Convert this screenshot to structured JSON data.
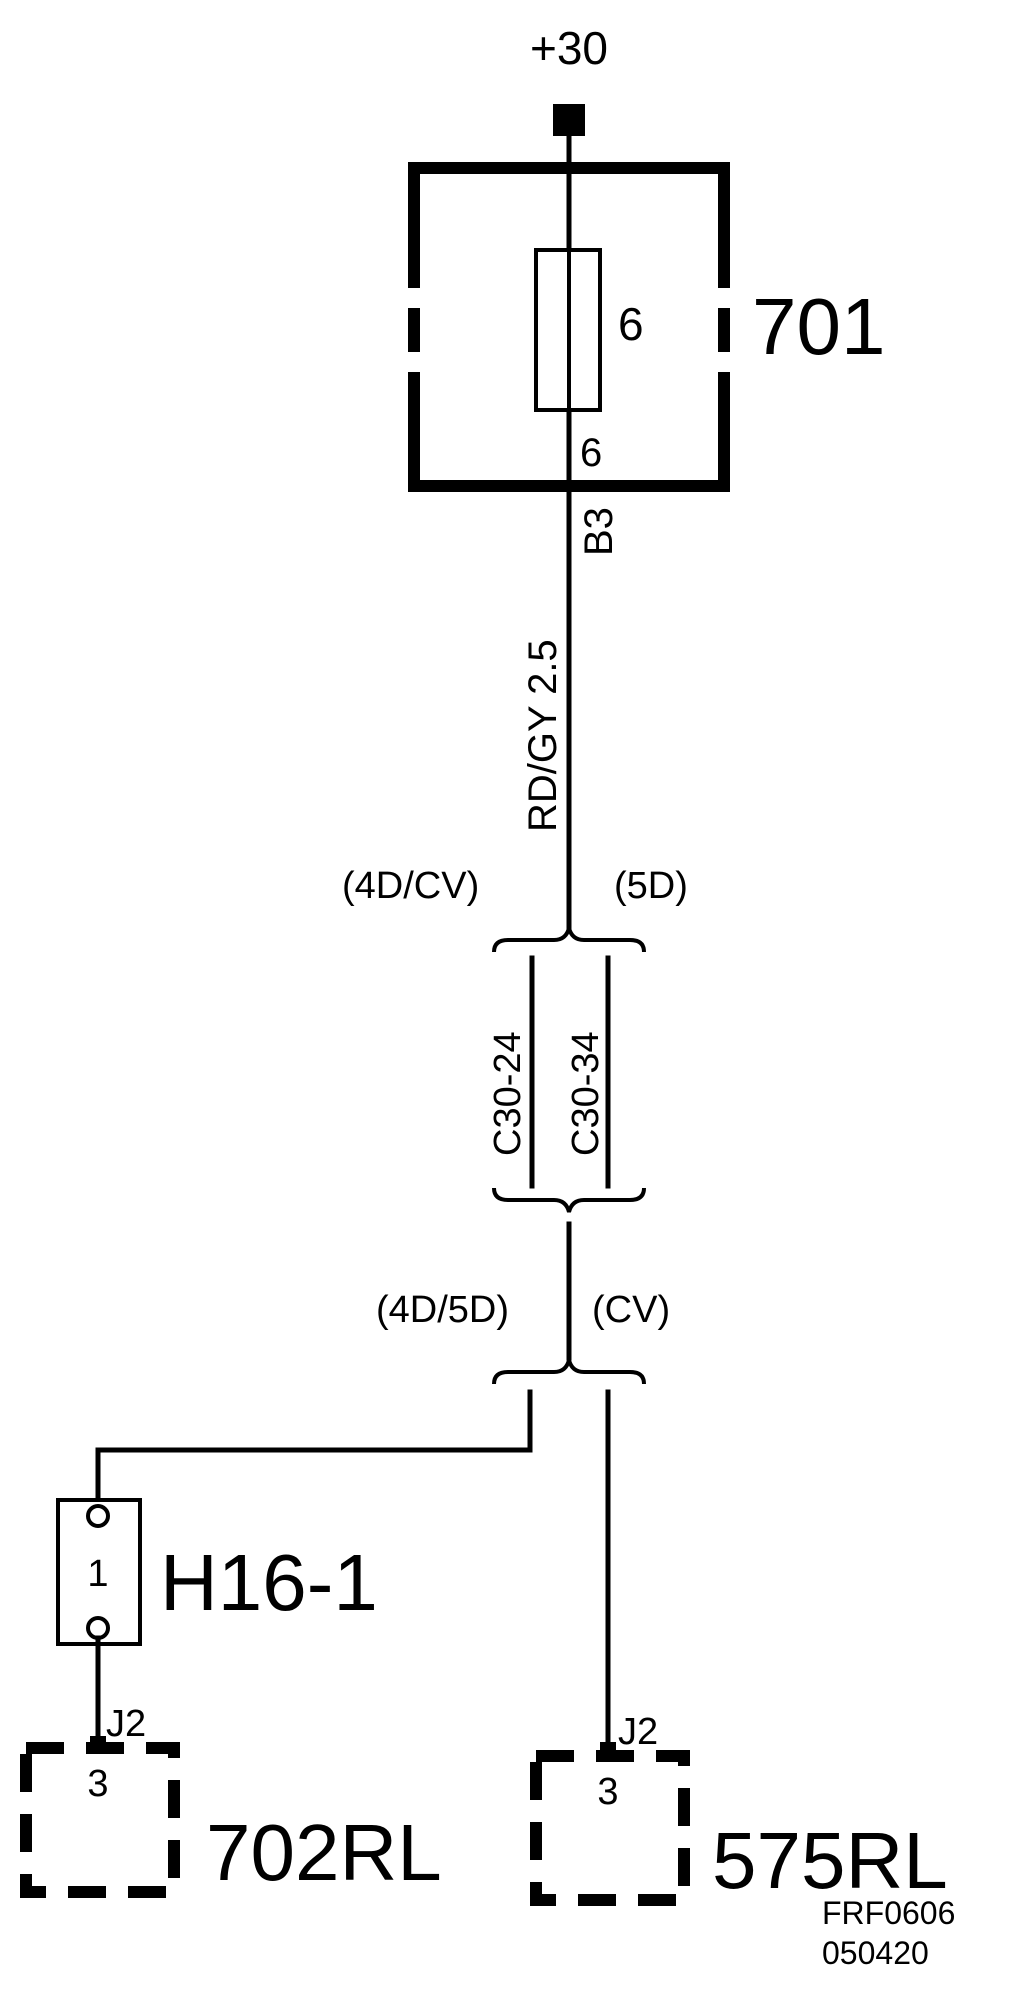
{
  "diagram": {
    "supply_label": "+30",
    "fuse_box_label": "701",
    "fuse_number": "6",
    "fuse_output_pin": "6",
    "connector_pin": "B3",
    "wire_label": "RD/GY 2.5",
    "variant_top_left": "(4D/CV)",
    "variant_top_right": "(5D)",
    "splice_left": "C30-24",
    "splice_right": "C30-34",
    "variant_bottom_left": "(4D/5D)",
    "variant_bottom_right": "(CV)",
    "diode_pin": "1",
    "diode_label": "H16-1",
    "left_connector": "J2",
    "left_pin": "3",
    "left_component": "702RL",
    "right_connector": "J2",
    "right_pin": "3",
    "right_component": "575RL",
    "ref_code": "FRF0606",
    "ref_date": "050420"
  }
}
